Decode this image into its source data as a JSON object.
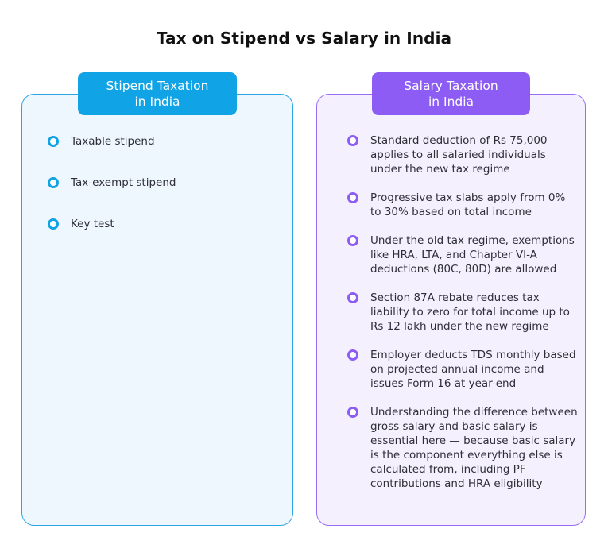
{
  "title": "Tax on Stipend vs Salary in India",
  "colors": {
    "stipend_accent": "#10a3e6",
    "stipend_panel_bg": "#eef7fd",
    "salary_accent": "#8c5cf5",
    "salary_panel_bg": "#f4f0fe"
  },
  "stipend": {
    "heading_line1": "Stipend Taxation",
    "heading_line2": "in India",
    "items": [
      "Taxable stipend",
      "Tax-exempt stipend",
      "Key test"
    ]
  },
  "salary": {
    "heading_line1": "Salary Taxation",
    "heading_line2": "in India",
    "items": [
      "Standard deduction of Rs 75,000 applies to all salaried individuals under the new tax regime",
      "Progressive tax slabs apply from 0% to 30% based on total income",
      "Under the old tax regime, exemptions like HRA, LTA, and Chapter VI-A deductions (80C, 80D) are allowed",
      "Section 87A rebate reduces tax liability to zero for total income up to Rs 12 lakh under the new regime",
      "Employer deducts TDS monthly based on projected annual income and issues Form 16 at year-end",
      "Understanding the difference between gross salary and basic salary is essential here — because basic salary is the component everything else is calculated from, including PF contributions and HRA eligibility"
    ]
  }
}
